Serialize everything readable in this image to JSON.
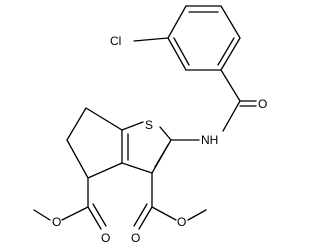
{
  "molecule": {
    "atom_labels": {
      "chlorine": "Cl",
      "sulfur": "S",
      "amide_nh": "NH",
      "amide_oxygen": "O",
      "ester4_carbonyl_oxygen": "O",
      "ester4_ether_oxygen": "O",
      "ester3_carbonyl_oxygen": "O",
      "ester3_ether_oxygen": "O"
    }
  }
}
